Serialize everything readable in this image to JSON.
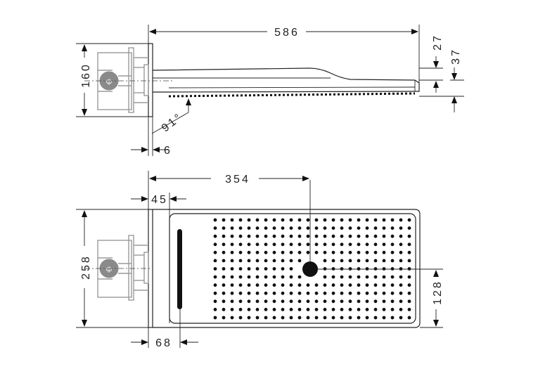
{
  "top_view": {
    "dim_length": "586",
    "dim_height": "160",
    "dim_27": "27",
    "dim_37": "37",
    "dim_angle": "91°",
    "dim_6": "6"
  },
  "plan_view": {
    "dim_354": "354",
    "dim_45": "45",
    "dim_258": "258",
    "dim_128": "128",
    "dim_68": "68"
  },
  "colors": {
    "line": "#222222",
    "valve_box": "#9a9a9a"
  }
}
